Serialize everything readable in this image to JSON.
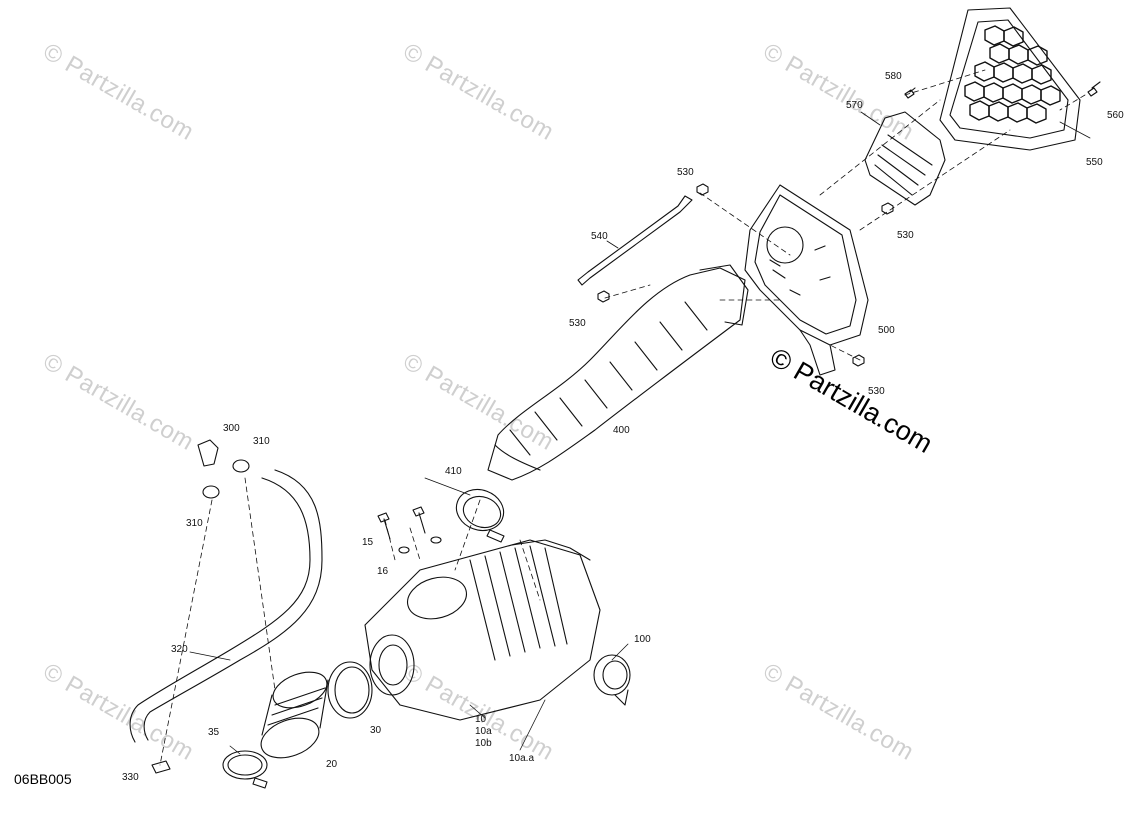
{
  "diagram": {
    "code": "06BB005",
    "watermark": "© Partzilla.com",
    "callouts": {
      "c580": "580",
      "c570": "570",
      "c560": "560",
      "c550": "550",
      "c530a": "530",
      "c530b": "530",
      "c530c": "530",
      "c530d": "530",
      "c540": "540",
      "c500": "500",
      "c400": "400",
      "c300": "300",
      "c310a": "310",
      "c310b": "310",
      "c410": "410",
      "c15": "15",
      "c16": "16",
      "c100": "100",
      "c320": "320",
      "c10": "10",
      "c10a": "10a",
      "c10b": "10b",
      "c10aa": "10a.a",
      "c30": "30",
      "c35": "35",
      "c20": "20",
      "c330": "330"
    },
    "colors": {
      "line": "#111111",
      "watermark": "#cfcfcf"
    }
  }
}
